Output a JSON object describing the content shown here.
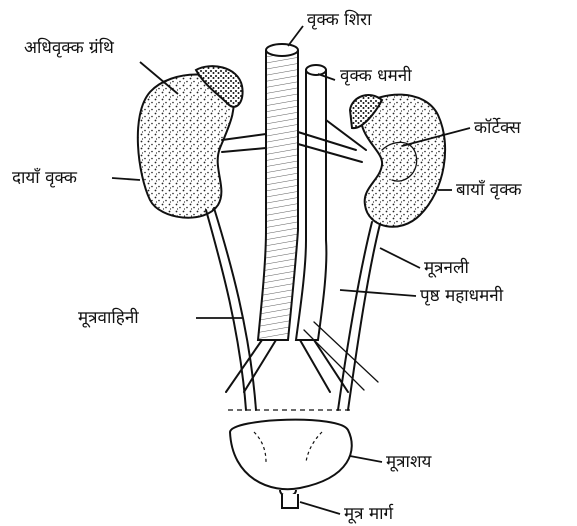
{
  "labels": {
    "renal_vein": "वृक्क शिरा",
    "adrenal_gland": "अधिवृक्क ग्रंथि",
    "renal_artery": "वृक्क धमनी",
    "cortex": "कॉर्टेक्स",
    "right_kidney": "दायाँ वृक्क",
    "left_kidney": "बायाँ वृक्क",
    "ureter_tube": "मूत्रनली",
    "dorsal_aorta": "पृष्ठ महाधमनी",
    "ureter_duct": "मूत्रवाहिनी",
    "urinary_bladder": "मूत्राशय",
    "urethra": "मूत्र मार्ग"
  }
}
